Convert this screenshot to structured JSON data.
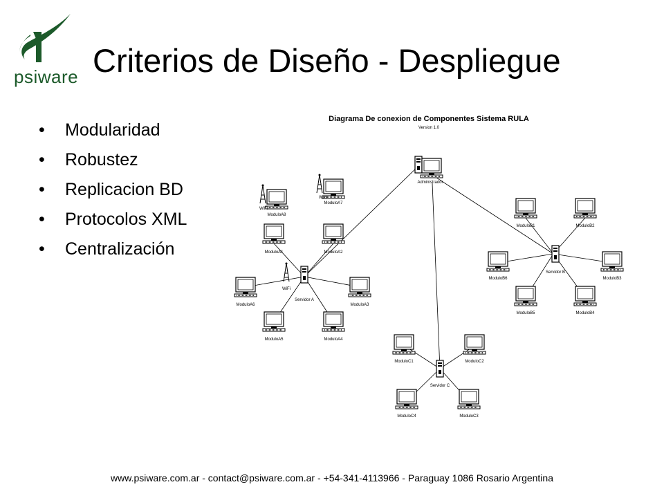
{
  "brand": {
    "logo_text": "psiware",
    "logo_color": "#1c5a2a"
  },
  "slide": {
    "title": "Criterios de Diseño - Despliegue"
  },
  "bullets": [
    "Modularidad",
    "Robustez",
    "Replicacion BD",
    "Protocolos XML",
    "Centralización"
  ],
  "diagram": {
    "title": "Diagrama De conexion de Componentes Sistema RULA",
    "version": "Version 1.0",
    "admin_label": "Administrador",
    "servers": {
      "a": "Servidor A",
      "b": "Servidor B",
      "c": "Servidor C"
    },
    "wifi_label": "WiFi",
    "modules_a": [
      "ModuloA1",
      "ModuloA2",
      "ModuloA3",
      "ModuloA4",
      "ModuloA5",
      "ModuloA6",
      "ModuloA7",
      "ModuloA8"
    ],
    "modules_b": [
      "ModuloB1",
      "ModuloB2",
      "ModuloB3",
      "ModuloB4",
      "ModuloB5",
      "ModuloB6"
    ],
    "modules_c": [
      "ModuloC1",
      "ModuloC2",
      "ModuloC3",
      "ModuloC4"
    ]
  },
  "footer": {
    "text": "www.psiware.com.ar  - contact@psiware.com.ar  - +54-341-4113966  - Paraguay  1086  Rosario  Argentina"
  }
}
